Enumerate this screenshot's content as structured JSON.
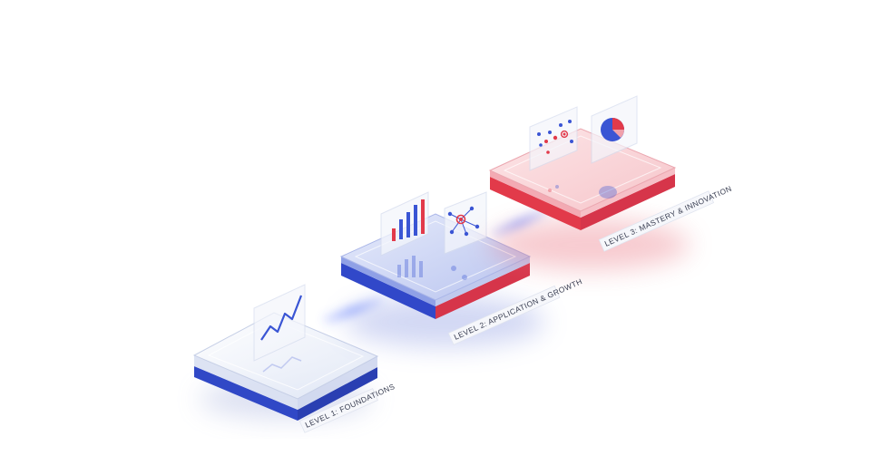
{
  "diagram": {
    "levels": [
      {
        "label": "LEVEL 1: FOUNDATIONS",
        "accent": "#2f48c8",
        "icon": "line-chart-icon"
      },
      {
        "label": "LEVEL 2: APPLICATION & GROWTH",
        "accent": "#3a55d4",
        "icons": [
          "bar-chart-icon",
          "network-icon"
        ]
      },
      {
        "label": "LEVEL 3: MASTERY & INNOVATION",
        "accent": "#e23a4a",
        "icons": [
          "scatter-plot-icon",
          "pie-chart-icon"
        ]
      }
    ],
    "colors": {
      "blue": "#2f48c8",
      "red": "#e23a4a",
      "glass": "#eef2fb"
    }
  }
}
